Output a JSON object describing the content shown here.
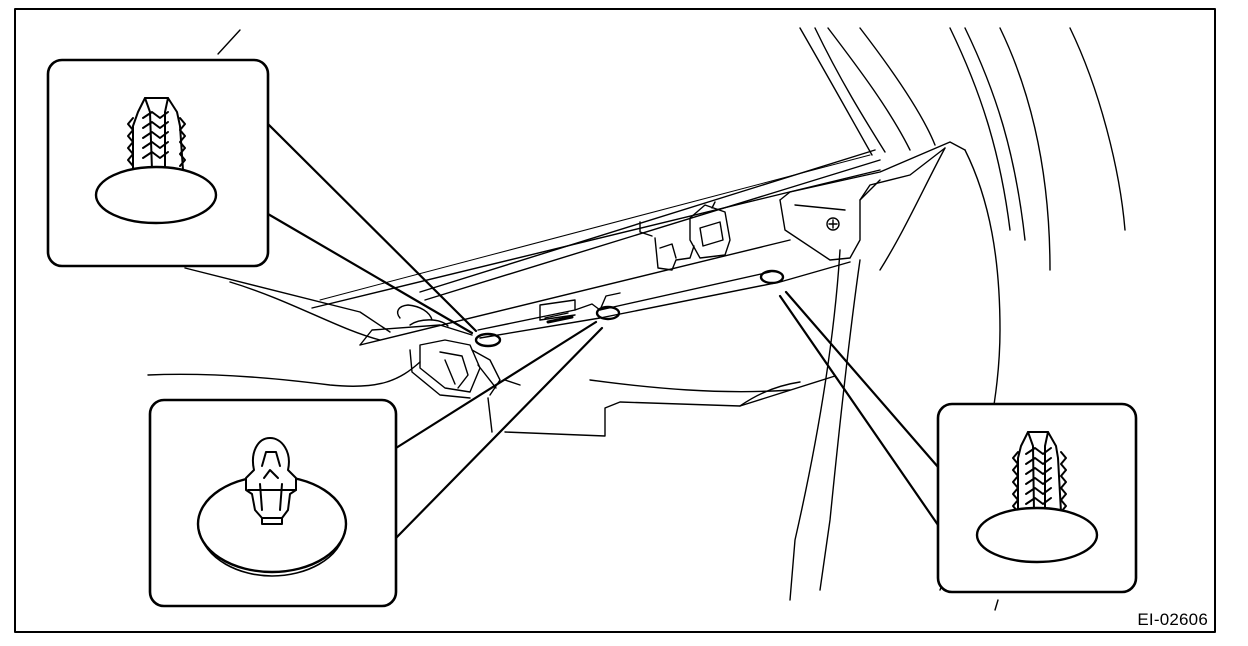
{
  "figure": {
    "id_label": "EI-02606",
    "colors": {
      "line": "#000000",
      "background": "#ffffff"
    },
    "callouts": [
      {
        "name": "callout-clip-top-left",
        "clip_type": "push-rivet-clip"
      },
      {
        "name": "callout-clip-bottom-left",
        "clip_type": "push-pin-clip"
      },
      {
        "name": "callout-clip-right",
        "clip_type": "push-rivet-clip"
      }
    ]
  }
}
